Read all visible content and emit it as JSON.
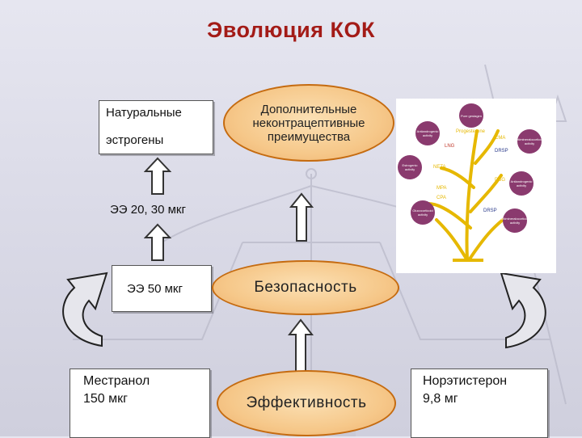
{
  "title": "Эволюция КОК",
  "left_column": {
    "natural_line1": "Натуральные",
    "natural_line2": "эстрогены",
    "ee_20_30": "ЭЭ  20, 30 мкг",
    "ee_50": "ЭЭ 50 мкг",
    "mestranol_line1": "Местранол",
    "mestranol_line2": "150 мкг"
  },
  "center_column": {
    "extra_benefits": "Дополнительные неконтрацептивные преимущества",
    "safety": "Безопасность",
    "efficacy": "Эффективность"
  },
  "right_column": {
    "norethisterone_line1": "Норэтистерон",
    "norethisterone_line2": "9,8 мг"
  },
  "plant_figure": {
    "nodes": [
      "Pure gestagen",
      "Antiandrogenic activity",
      "Antimineralocorticoid activity",
      "Estrogenic activity",
      "Antiandrogenic activity",
      "Glucocorticoid activity",
      "Antimineralocorticoid activity"
    ],
    "stem_labels": [
      "Progesterone",
      "LNG",
      "CMA",
      "DRSP",
      "NETA",
      "MPA",
      "DSG",
      "CPA",
      "DRSP"
    ]
  },
  "colors": {
    "title": "#a31b17",
    "oval_fill": "#f6c88a",
    "oval_border": "#c56b10",
    "node": "#8a3a6e",
    "plant": "#e6b800"
  }
}
